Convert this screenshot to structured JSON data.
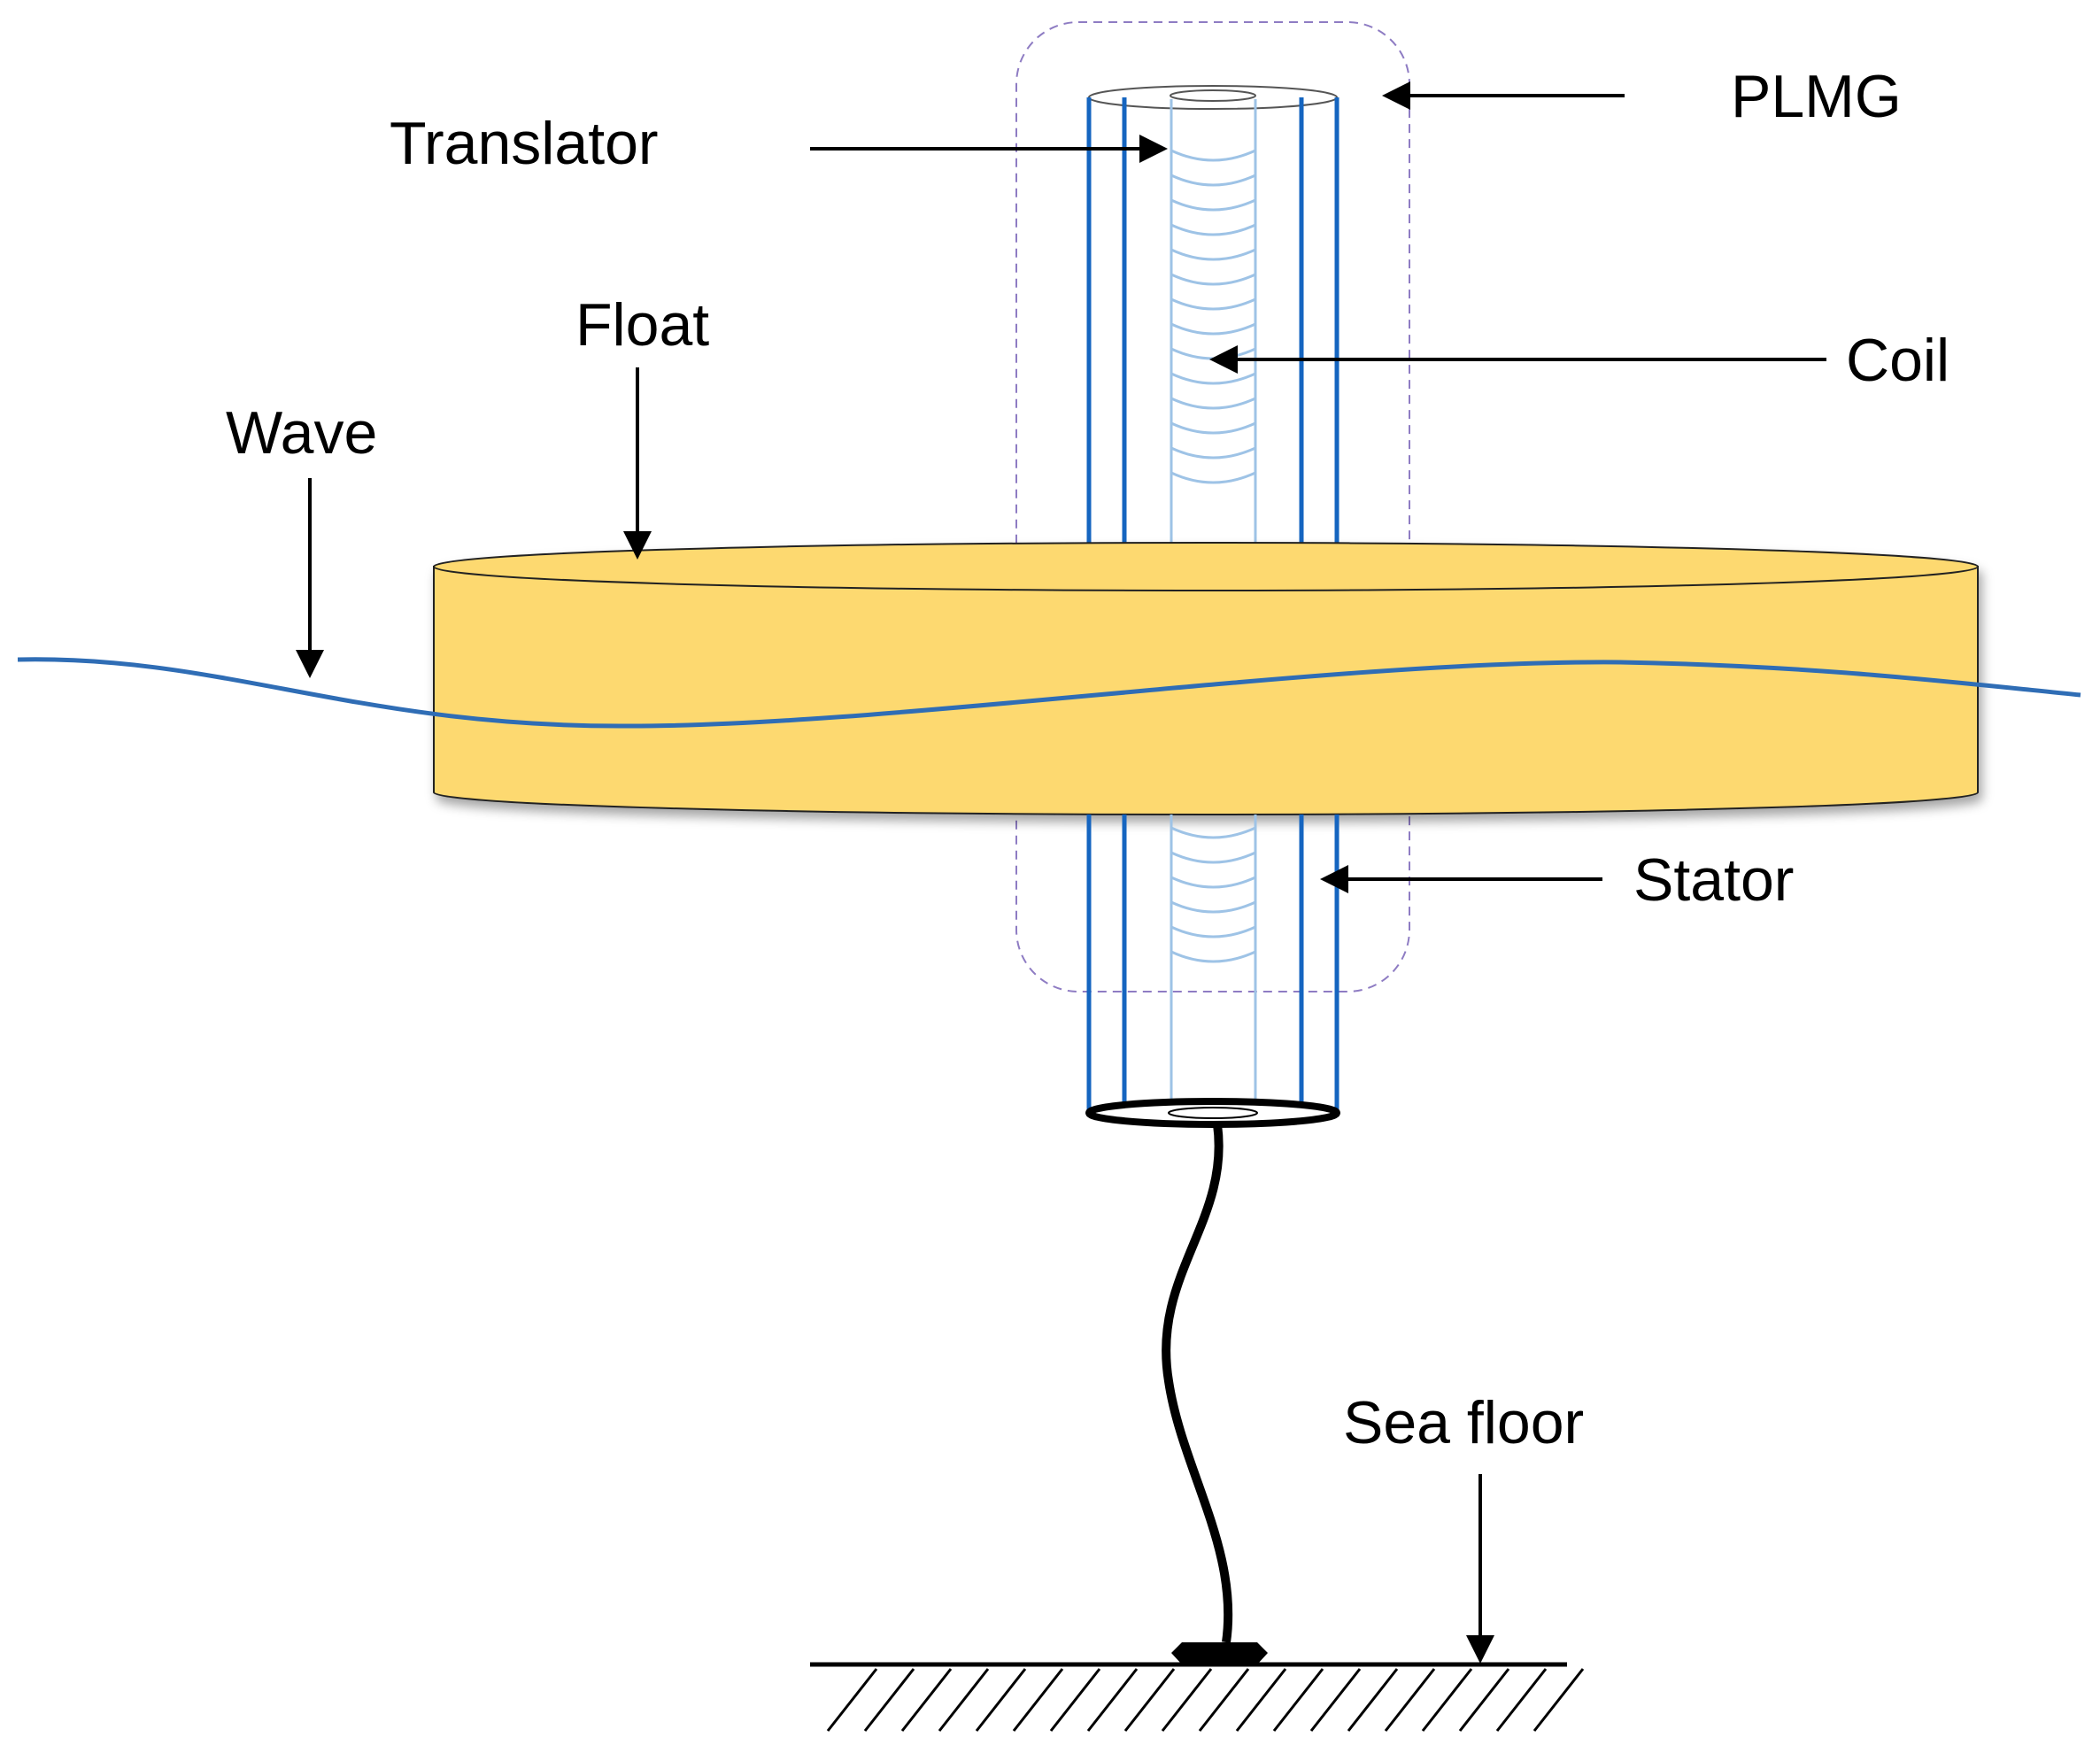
{
  "labels": {
    "translator": "Translator",
    "plmg": "PLMG",
    "float": "Float",
    "coil": "Coil",
    "wave": "Wave",
    "stator": "Stator",
    "sea_floor": "Sea floor"
  },
  "colors": {
    "float_fill": "#fdd96f",
    "float_stroke": "#222222",
    "stator_line": "#1565c0",
    "coil_line": "#9ec3e6",
    "wave_line": "#2f6db5",
    "plmg_boundary": "#8e7cc3",
    "arrow": "#000000",
    "mooring": "#000000"
  }
}
